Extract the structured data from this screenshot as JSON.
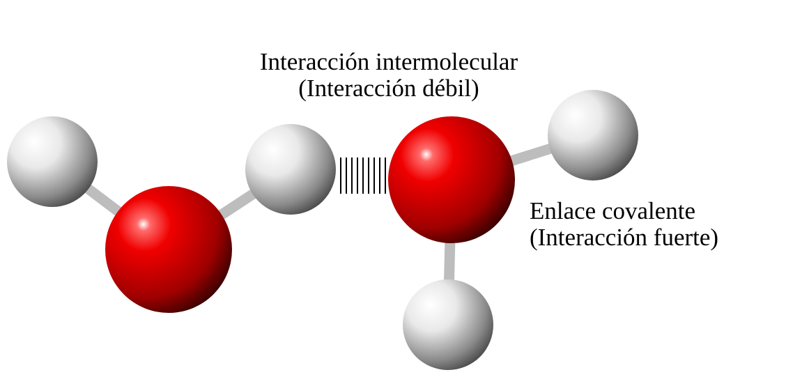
{
  "labels": {
    "intermolecular": {
      "line1": "Interacción intermolecular",
      "line2": "(Interacción débil)"
    },
    "covalent": {
      "line1": "Enlace covalente",
      "line2": "(Interacción fuerte)"
    }
  },
  "colors": {
    "oxygen": "#e60000",
    "hydrogen": "#e8e8e8",
    "bond": "#c8c8c8",
    "hydrogen_bond_lines": "#000000",
    "background": "#ffffff"
  }
}
